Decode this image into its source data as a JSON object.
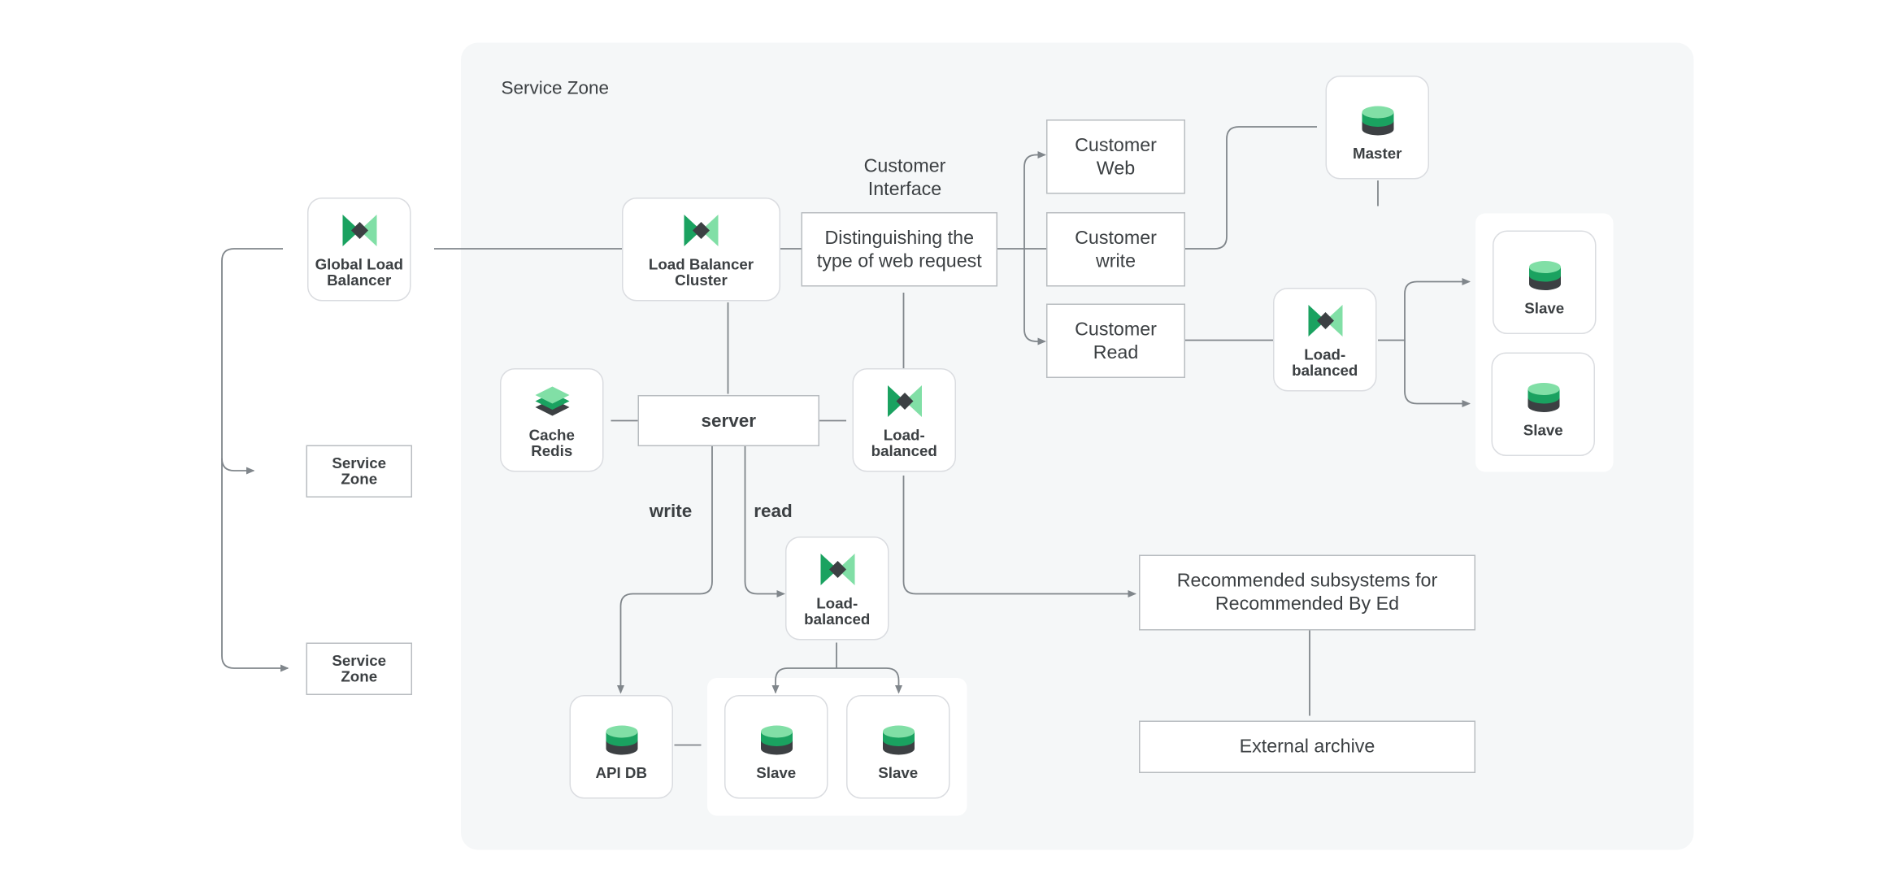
{
  "zone_title": "Service Zone",
  "labels": {
    "customer_interface": "Customer\nInterface",
    "write": "write",
    "read": "read"
  },
  "nodes": {
    "global_lb": "Global Load\nBalancer",
    "lb_cluster": "Load Balancer\nCluster",
    "cache_redis": "Cache\nRedis",
    "lb_mid": "Load-\nbalanced",
    "lb_read": "Load-\nbalanced",
    "lb_bottom": "Load-\nbalanced",
    "master": "Master",
    "slave_top": "Slave",
    "slave_top2": "Slave",
    "api_db": "API DB",
    "slave_bottom1": "Slave",
    "slave_bottom2": "Slave"
  },
  "boxes": {
    "distinguish": "Distinguishing the\ntype of web request",
    "customer_web": "Customer\nWeb",
    "customer_write": "Customer\nwrite",
    "customer_read": "Customer\nRead",
    "server": "server",
    "service_zone_1": "Service\nZone",
    "service_zone_2": "Service\nZone",
    "recommended": "Recommended subsystems for\nRecommended By Ed",
    "external_archive": "External archive"
  },
  "colors": {
    "icon_dark": "#3c4043",
    "icon_green": "#1aa260",
    "icon_light_green": "#81dfa6",
    "line": "#80868b",
    "zone_bg": "#f5f7f8"
  }
}
